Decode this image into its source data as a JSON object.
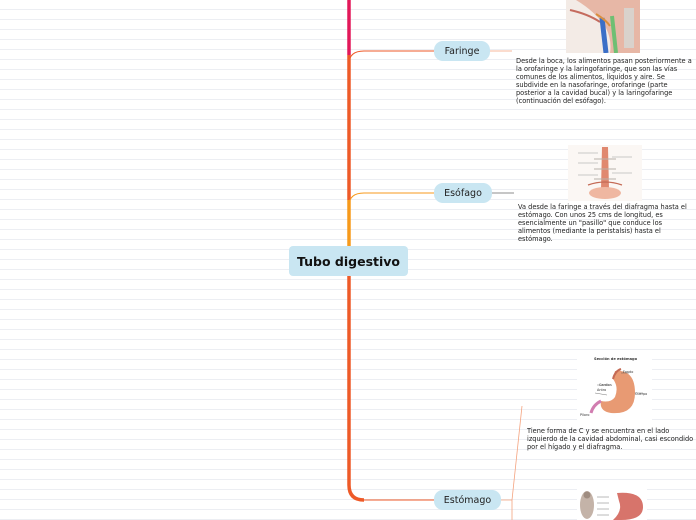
{
  "root": {
    "label": "Tubo digestivo"
  },
  "topics": [
    {
      "label": "Faringe",
      "description": "Desde la boca, los alimentos pasan posteriormente a la orofaringe y la laringofaringe, que son las vías comunes de los alimentos, líquidos y aire. Se subdivide en la nasofaringe, orofaringe (parte posterior a la cavidad bucal) y la laringofaringe (continuación del esófago).",
      "image_icon": "pharynx-anatomy-illustration"
    },
    {
      "label": "Esófago",
      "description": "Va desde la faringe a través del diafragma hasta el estómago. Con unos 25 cms de longitud, es esencialmente un \"pasillo\" que conduce los alimentos (mediante la peristalsis) hasta el estómago.",
      "image_icon": "esophagus-anatomy-illustration"
    },
    {
      "label": "Estómago",
      "description": "Tiene forma de C y se encuentra en el lado izquierdo de la cavidad abdominal, casi escondido por el hígado y el diafragma.",
      "image_icon": "stomach-anatomy-illustration",
      "image_labels": [
        "Sección de estómago",
        "Fondo",
        "Cardias",
        "Cuerpo",
        "Antro",
        "Píloro"
      ]
    }
  ],
  "colors": {
    "branch_top": "#e2195a",
    "branch_main": "#ee5a28",
    "branch_orange": "#f79a1c",
    "connector": "#f4a27e",
    "node_fill": "#c9e6f2"
  }
}
